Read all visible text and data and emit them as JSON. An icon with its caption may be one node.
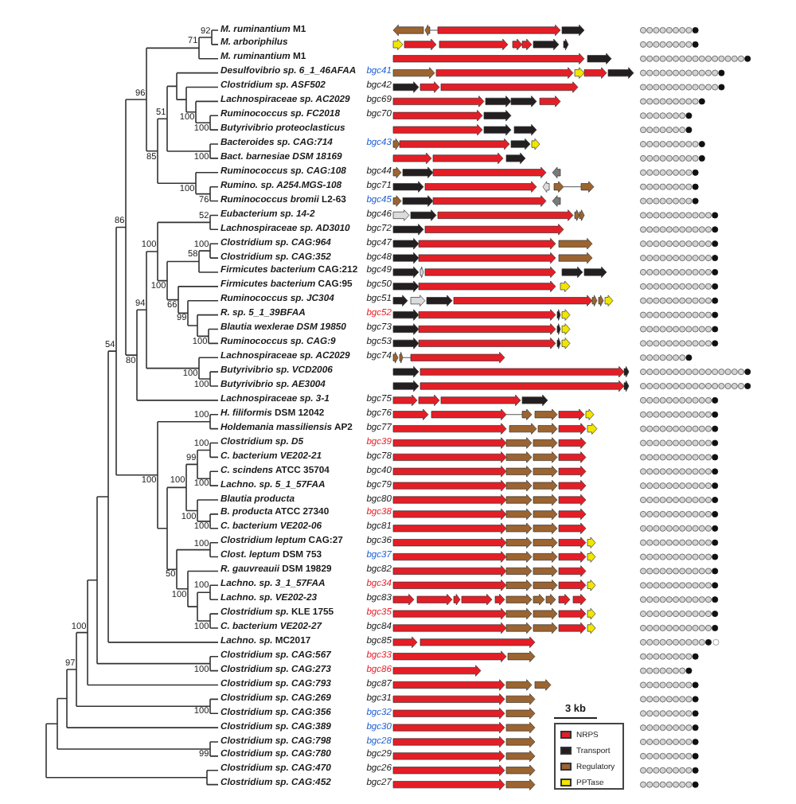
{
  "diagram": {
    "labels": [
      "92",
      "71",
      "96",
      "51",
      "100",
      "100",
      "85",
      "100",
      "100",
      "76",
      "86",
      "52",
      "100",
      "100",
      "58",
      "100",
      "94",
      "66",
      "99",
      "54",
      "100",
      "80",
      "100",
      "100",
      "100",
      "100",
      "99",
      "100",
      "100",
      "100",
      "100",
      "100",
      "100",
      "50",
      "100",
      "100",
      "100",
      "100",
      "97",
      "100",
      "100",
      "99",
      "*M. ruminantium* M1",
      "M. arboriphilus",
      "*M. ruminantium* M1",
      "Desulfovibrio sp. 6_1_46AFAA",
      "bgc41",
      "Clostridium sp. ASF502",
      "bgc42",
      "Lachnospiraceae sp. AC2029",
      "bgc69",
      "Ruminococcus sp. FC2018",
      "bgc70",
      "Butyrivibrio proteoclasticus",
      "Bacteroides sp. CAG:714",
      "bgc43",
      "Bact. barnesiae DSM 18169",
      "Ruminococcus sp. CAG:108",
      "bgc44",
      "Rumino. sp. A254.MGS-108",
      "bgc71",
      "*Ruminococcus bromii* L2-63",
      "bgc45",
      "Eubacterium sp. 14-2",
      "bgc46",
      "Lachnospiraceae sp. AD3010",
      "bgc72",
      "Clostridium sp. CAG:964",
      "bgc47",
      "Clostridium sp. CAG:352",
      "bgc48",
      "*Firmicutes bacterium* CAG:212",
      "bgc49",
      "*Firmicutes bacterium* CAG:95",
      "bgc50",
      "Ruminococcus sp. JC304",
      "bgc51",
      "R. sp. 5_1_39BFAA",
      "bgc52",
      "Blautia wexlerae DSM 19850",
      "bgc73",
      "Ruminococcus sp. CAG:9",
      "bgc53",
      "Lachnospiraceae sp. AC2029",
      "bgc74",
      "Butyrivibrio sp. VCD2006",
      "Butyrivibrio sp. AE3004",
      "Lachnospiraceae sp. 3-1",
      "bgc75",
      "*H. filiformis* DSM 12042",
      "bgc76",
      "*Holdemania massiliensis* AP2",
      "bgc77",
      "Clostridium sp. D5",
      "bgc39",
      "C. bacterium VE202-21",
      "bgc78",
      "*C. scindens* ATCC 35704",
      "bgc40",
      "Lachno. sp. 5_1_57FAA",
      "bgc79",
      "Blautia producta",
      "bgc80",
      "*B. producta* ATCC 27340",
      "bgc38",
      "C. bacterium VE202-06",
      "bgc81",
      "*Clostridium leptum* CAG:27",
      "bgc36",
      "*Clost. leptum* DSM 753",
      "bgc37",
      "*R. gauvreauii* DSM 19829",
      "bgc82",
      "Lachno. sp. 3_1_57FAA",
      "bgc34",
      "Lachno. sp. VE202-23",
      "bgc83",
      "*Clostridium sp.* KLE 1755",
      "bgc35",
      "C. bacterium VE202-27",
      "bgc84",
      "*Lachno. sp.* MC2017",
      "bgc85",
      "Clostridium sp. CAG:567",
      "bgc33",
      "Clostridium sp. CAG:273",
      "bgc86",
      "Clostridium sp. CAG:793",
      "bgc87",
      "Clostridium sp. CAG:269",
      "bgc31",
      "Clostridium sp. CAG:356",
      "bgc32",
      "Clostridium sp. CAG:389",
      "bgc30",
      "Clostridium sp. CAG:798",
      "bgc28",
      "Clostridium sp. CAG:780",
      "bgc29",
      "Clostridium sp. CAG:470",
      "bgc26",
      "Clostridium sp. CAG:452",
      "bgc27",
      "3 kb"
    ],
    "legend": [
      {
        "text": "NRPS",
        "color": "#e41e26"
      },
      {
        "text": "Transport",
        "color": "#231f20"
      },
      {
        "text": "Regulatory",
        "color": "#9b6430"
      },
      {
        "text": "PPTase",
        "color": "#f2e600"
      }
    ]
  }
}
